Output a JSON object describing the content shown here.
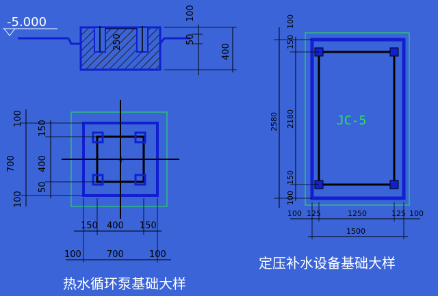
{
  "colors": {
    "background": "#3a64d8",
    "structure_blue": "#1020d0",
    "line_black": "#000000",
    "outline_green": "#27e84e",
    "title_white": "#ffffff",
    "hatch": "#222222",
    "level_white": "#ffffff"
  },
  "section": {
    "level_label": "-5.000",
    "depth_label": "250",
    "dims_right": [
      "100",
      "50",
      "400"
    ]
  },
  "pump_plan": {
    "title": "热水循环泵基础大样",
    "left_dims": [
      "100",
      "150",
      "700",
      "400",
      "50",
      "100"
    ],
    "bottom_row1": [
      "150",
      "400",
      "150"
    ],
    "bottom_row2": [
      "100",
      "700",
      "100"
    ]
  },
  "tank_plan": {
    "title": "定压补水设备基础大样",
    "label": "JC-5",
    "left_dims": [
      "100",
      "150",
      "2580",
      "2180",
      "150",
      "100"
    ],
    "bottom_row1": [
      "100",
      "125",
      "1250",
      "125",
      "100"
    ],
    "bottom_row2": [
      "1500"
    ]
  }
}
